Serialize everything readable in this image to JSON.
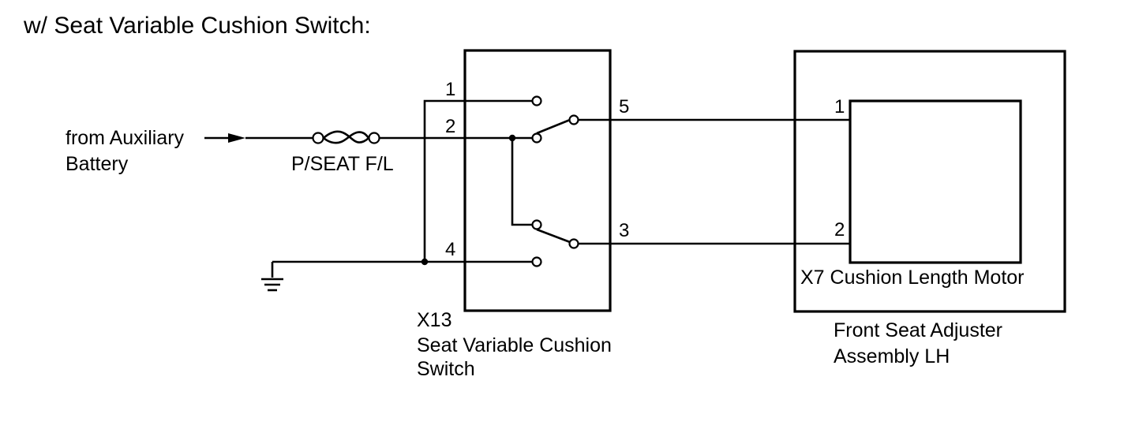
{
  "title": "w/ Seat Variable Cushion Switch:",
  "source": {
    "label_line1": "from Auxiliary",
    "label_line2": "Battery"
  },
  "fuse": {
    "label": "P/SEAT F/L"
  },
  "switch": {
    "code": "X13",
    "name_line1": "Seat Variable Cushion",
    "name_line2": "Switch",
    "pins": {
      "p1": "1",
      "p2": "2",
      "p3": "3",
      "p4": "4",
      "p5": "5"
    }
  },
  "motor": {
    "label": "X7 Cushion Length Motor",
    "pins": {
      "p1": "1",
      "p2": "2"
    }
  },
  "assembly": {
    "name_line1": "Front Seat Adjuster",
    "name_line2": "Assembly LH"
  }
}
